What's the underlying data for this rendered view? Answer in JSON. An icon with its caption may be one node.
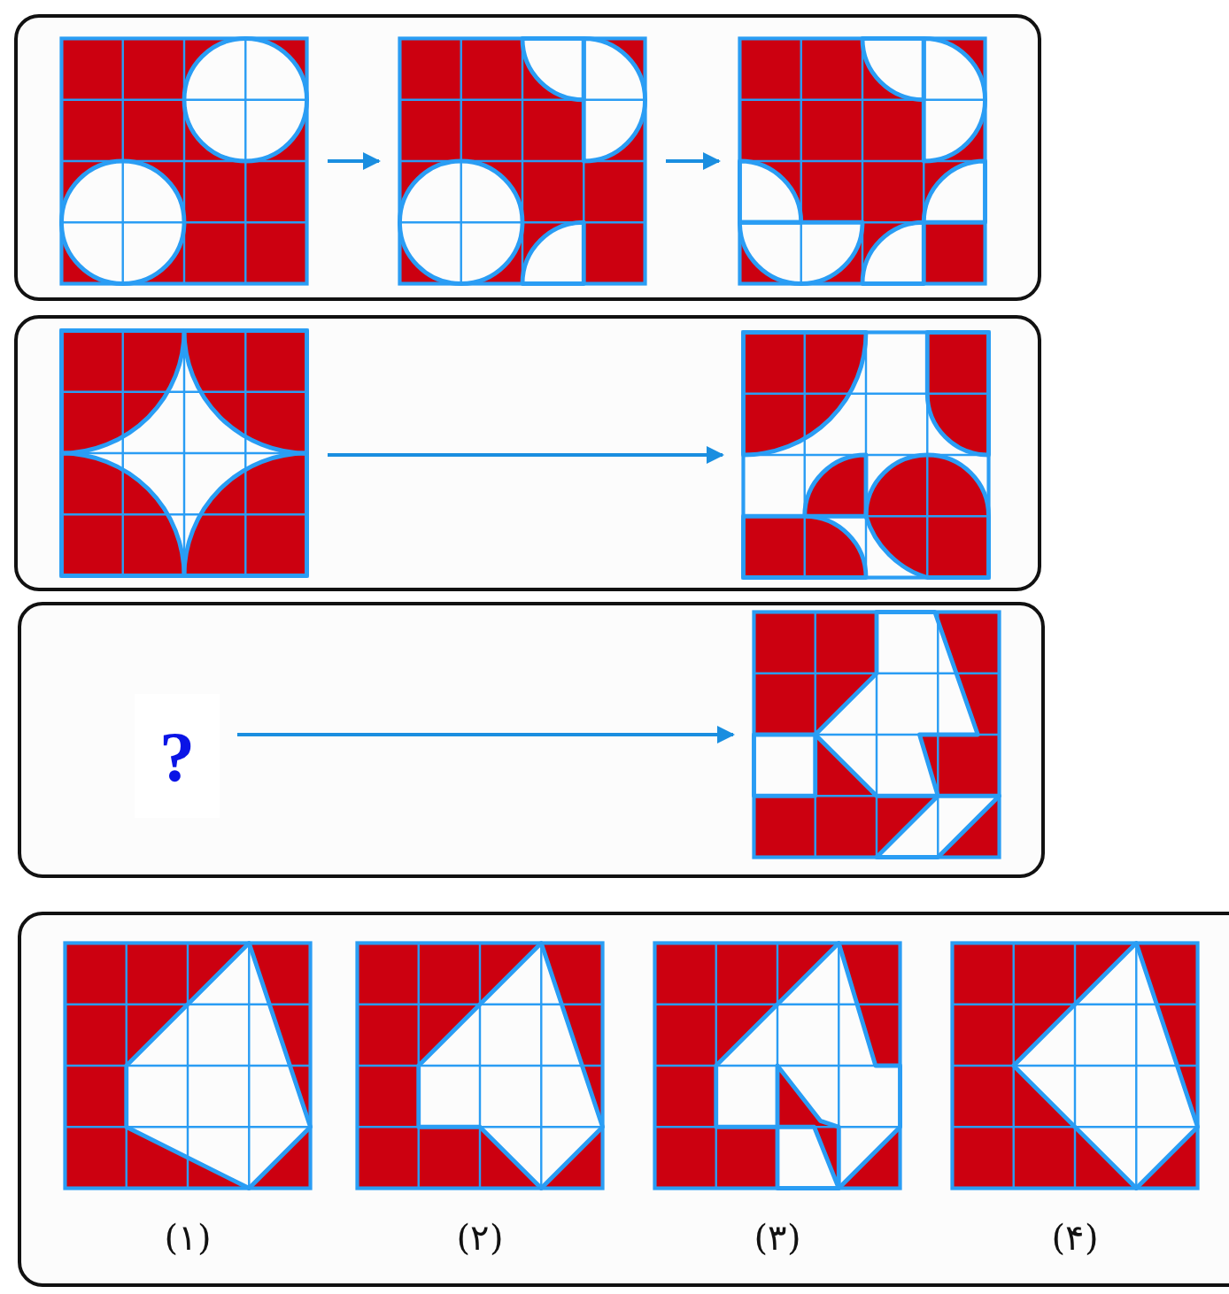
{
  "diagram": {
    "nodes": [
      {
        "text": [],
        "shape": "box"
      },
      {
        "text": [],
        "shape": "picture",
        "in": 0
      },
      {
        "text": [],
        "shape": "picture",
        "in": 0
      },
      {
        "text": [],
        "shape": "picture",
        "in": 0
      },
      {
        "text": [],
        "shape": "box"
      },
      {
        "text": [],
        "shape": "picture",
        "in": 4
      },
      {
        "text": [],
        "shape": "picture",
        "in": 4
      },
      {
        "text": [],
        "shape": "box"
      },
      {
        "text": [
          "?"
        ],
        "in": 7
      },
      {
        "text": [],
        "shape": "picture",
        "in": 7
      },
      {
        "text": [],
        "shape": "box"
      },
      {
        "text": [],
        "shape": "picture",
        "in": 10,
        "beside": [
          "(۱)"
        ]
      },
      {
        "text": [],
        "shape": "picture",
        "in": 10,
        "beside": [
          "(۲)"
        ]
      },
      {
        "text": [],
        "shape": "picture",
        "in": 10,
        "beside": [
          "(۳)"
        ]
      },
      {
        "text": [],
        "shape": "picture",
        "in": 10,
        "beside": [
          "(۴)"
        ]
      }
    ],
    "edges": [
      {
        "from": 1,
        "to": 2,
        "arrow": "to"
      },
      {
        "from": 2,
        "to": 3,
        "arrow": "to"
      },
      {
        "from": 5,
        "to": 6,
        "arrow": "to"
      },
      {
        "from": 8,
        "to": 9,
        "arrow": "to"
      }
    ]
  }
}
